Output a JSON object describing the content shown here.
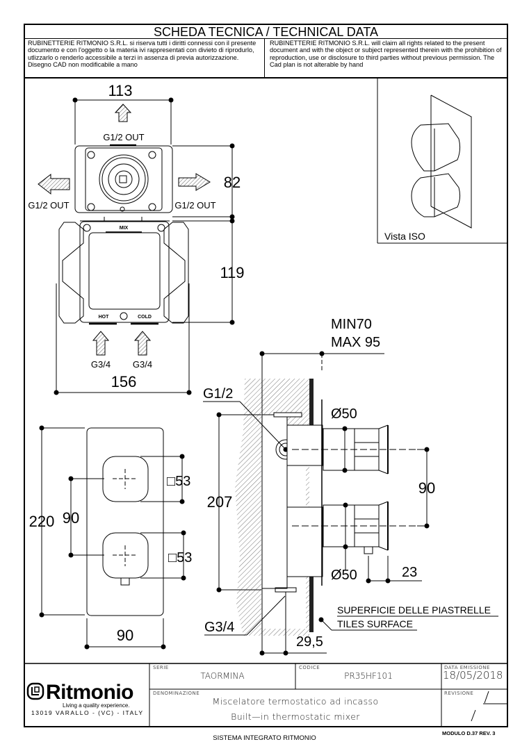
{
  "header": {
    "title": "SCHEDA TECNICA / TECHNICAL DATA",
    "notice_it": "RUBINETTERIE RITMONIO S.R.L. si riserva tutti i diritti connessi con il presente documento e con l'oggetto o la materia ivi rappresentati con divieto di riprodurlo, utlizzarlo o renderlo accessibile a terzi in assenza di previa autorizzazione. Disegno CAD non modificabile a mano",
    "notice_en": "RUBINETTERIE RITMONIO S.R.L. will claim all rights related to the present document and with the object or subject represented therein with the prohibition  of reproduction, use or disclosure to third parties without previous permission.  The Cad plan is not alterable by hand"
  },
  "top_view": {
    "width_dim": "113",
    "height_dim": "82",
    "outlet_top": "G1/2 OUT",
    "outlet_left": "G1/2 OUT",
    "outlet_right": "G1/2 OUT"
  },
  "body_view": {
    "label_mix": "MIX",
    "label_hot": "HOT",
    "label_cold": "COLD",
    "height_dim": "119",
    "width_dim": "156",
    "inlet_hot": "G3/4",
    "inlet_cold": "G3/4"
  },
  "iso_view": {
    "caption": "Vista ISO"
  },
  "front_view": {
    "height_dim": "220",
    "spacing_dim": "90",
    "width_dim": "90",
    "knob_top_dim": "□53",
    "knob_bottom_dim": "□53"
  },
  "side_view": {
    "depth_min": "MIN70",
    "depth_max": "MAX 95",
    "conn_top": "G1/2",
    "conn_bottom": "G3/4",
    "total_height": "207",
    "knob_diameter_top": "Ø50",
    "knob_diameter_bottom": "Ø50",
    "knob_spacing": "90",
    "lever_offset": "23",
    "body_offset": "29,5",
    "tiles_label_it": "SUPERFICIE DELLE PIASTRELLE",
    "tiles_label_en": "TILES SURFACE"
  },
  "title_block": {
    "logo_text": "Ritmonio",
    "tagline": "Living a quality experience.",
    "address": "13019 VARALLO - (VC) - ITALY",
    "serie_label": "SERIE",
    "serie_value": "TAORMINA",
    "codice_label": "CODICE",
    "codice_value": "PR35HF101",
    "data_label": "DATA EMISSIONE",
    "data_value": "18/05/2018",
    "denominazione_label": "DENOMINAZIONE",
    "denominazione_it": "Miscelatore termostatico ad incasso",
    "denominazione_en": "Built—in thermostatic mixer",
    "revisione_label": "REVISIONE",
    "revisione_value_1": "/",
    "revisione_value_2": "/"
  },
  "footer": {
    "center": "SISTEMA INTEGRATO RITMONIO",
    "right": "MODULO D.37 REV. 3"
  }
}
